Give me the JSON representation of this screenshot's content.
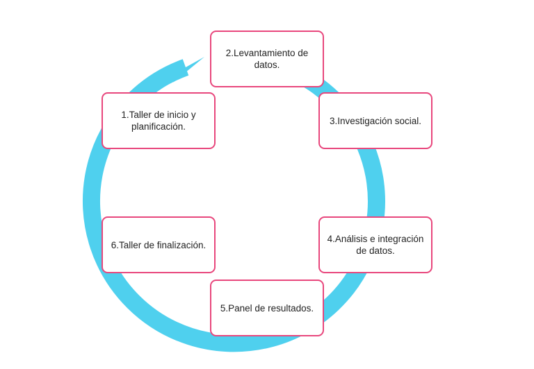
{
  "diagram": {
    "ring_color": "#4fd0ee",
    "box_border_color": "#e8467c",
    "steps": [
      {
        "label": "1.Taller de inicio y\nplanificación."
      },
      {
        "label": "2.Levantamiento de\ndatos."
      },
      {
        "label": "3.Investigación social."
      },
      {
        "label": "4.Análisis e integración\nde datos."
      },
      {
        "label": "5.Panel de resultados."
      },
      {
        "label": "6.Taller de finalización."
      }
    ]
  }
}
